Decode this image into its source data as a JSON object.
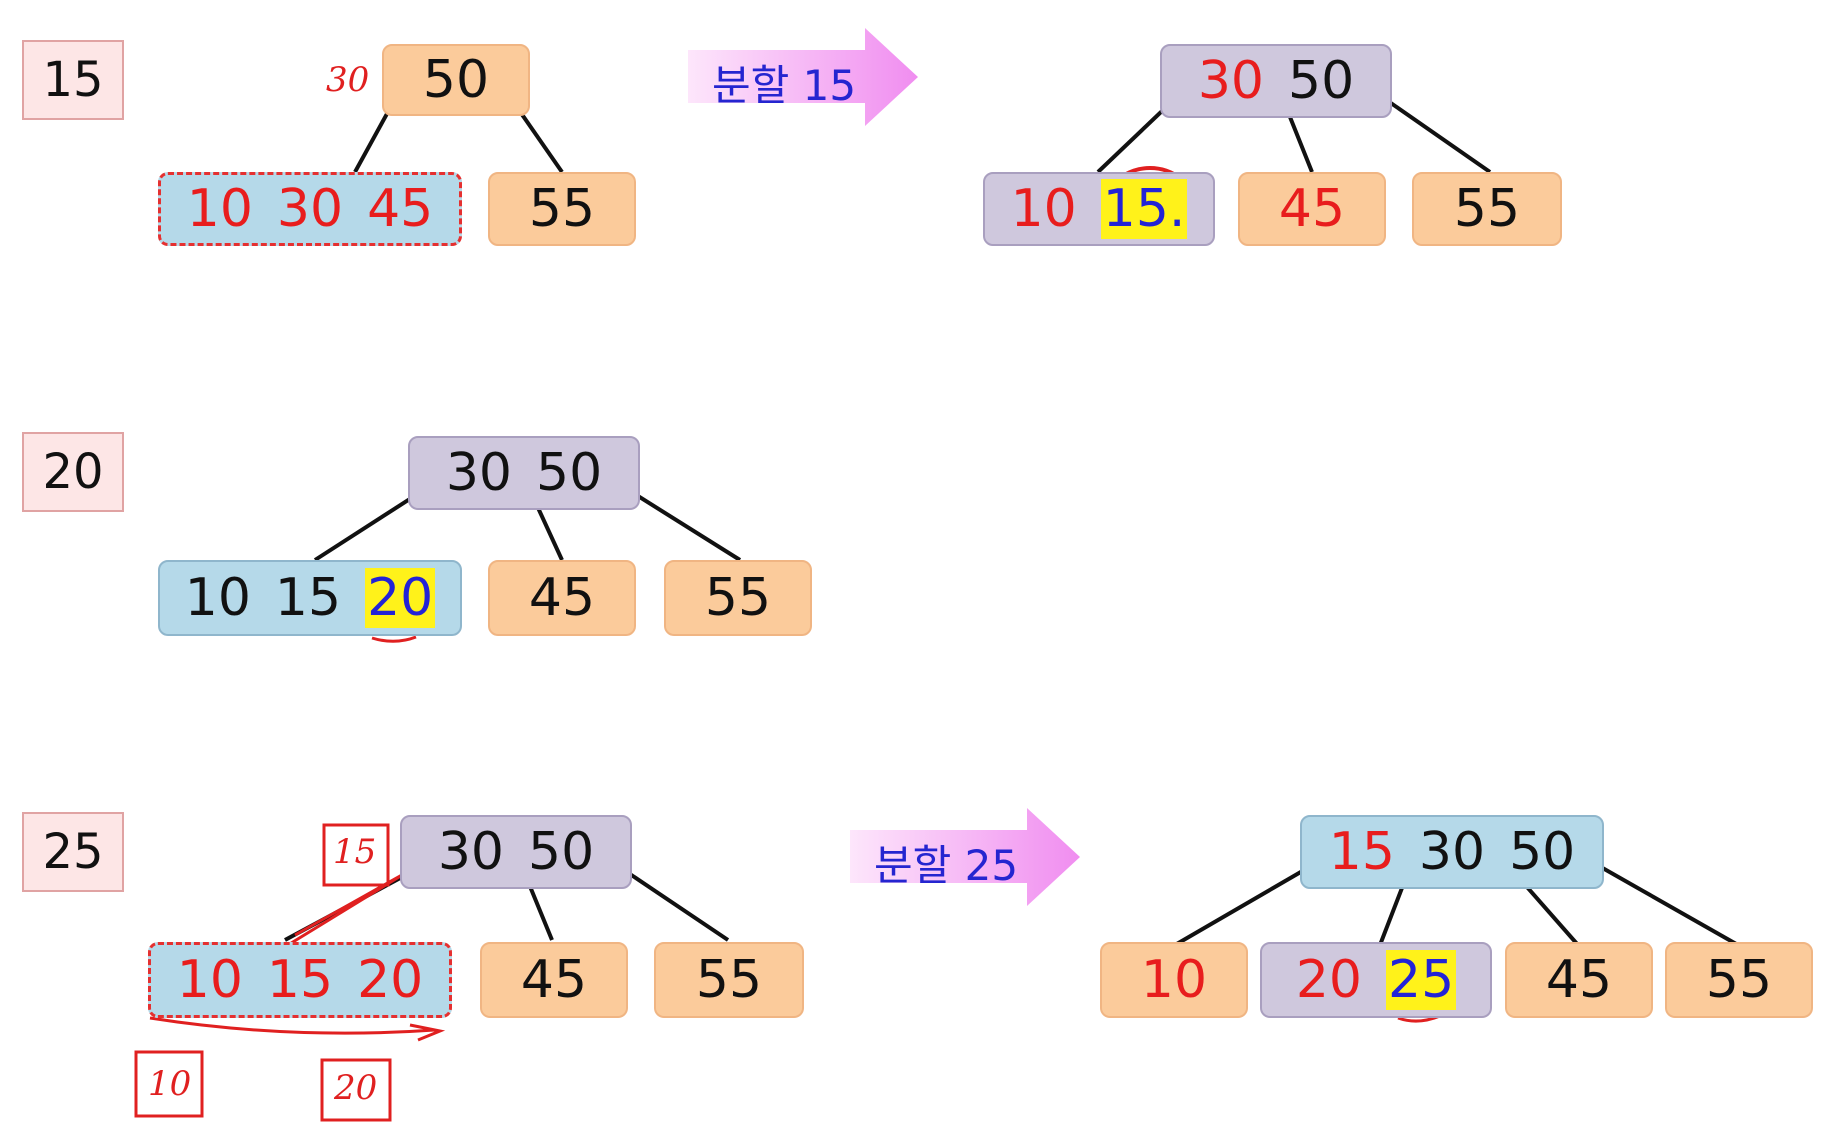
{
  "colors": {
    "orange_node": "#fbcb9b",
    "blue_node": "#b5d9e9",
    "purple_node": "#cfc8dd",
    "red_key": "#e81d1d",
    "highlight": "#fff21a",
    "arrow_pink": "#f59ef3",
    "annotation_red": "#e02020"
  },
  "row1": {
    "step": "15",
    "root_note": "30",
    "before": {
      "root": [
        "50"
      ],
      "left": [
        "10",
        "30",
        "45"
      ],
      "right": [
        "55"
      ]
    },
    "split_label": "분할 15",
    "after": {
      "root": [
        "30",
        "50"
      ],
      "children": [
        [
          "10",
          "15."
        ],
        [
          "45"
        ],
        [
          "55"
        ]
      ]
    }
  },
  "row2": {
    "step": "20",
    "root": [
      "30",
      "50"
    ],
    "children": [
      [
        "10",
        "15",
        "20"
      ],
      [
        "45"
      ],
      [
        "55"
      ]
    ]
  },
  "row3": {
    "step": "25",
    "note_root": "15",
    "note_left": "10",
    "note_right": "20",
    "before": {
      "root": [
        "30",
        "50"
      ],
      "children": [
        [
          "10",
          "15",
          "20"
        ],
        [
          "45"
        ],
        [
          "55"
        ]
      ]
    },
    "split_label": "분할 25",
    "after": {
      "root": [
        "15",
        "30",
        "50"
      ],
      "children": [
        [
          "10"
        ],
        [
          "20",
          "25"
        ],
        [
          "45"
        ],
        [
          "55"
        ]
      ]
    }
  }
}
